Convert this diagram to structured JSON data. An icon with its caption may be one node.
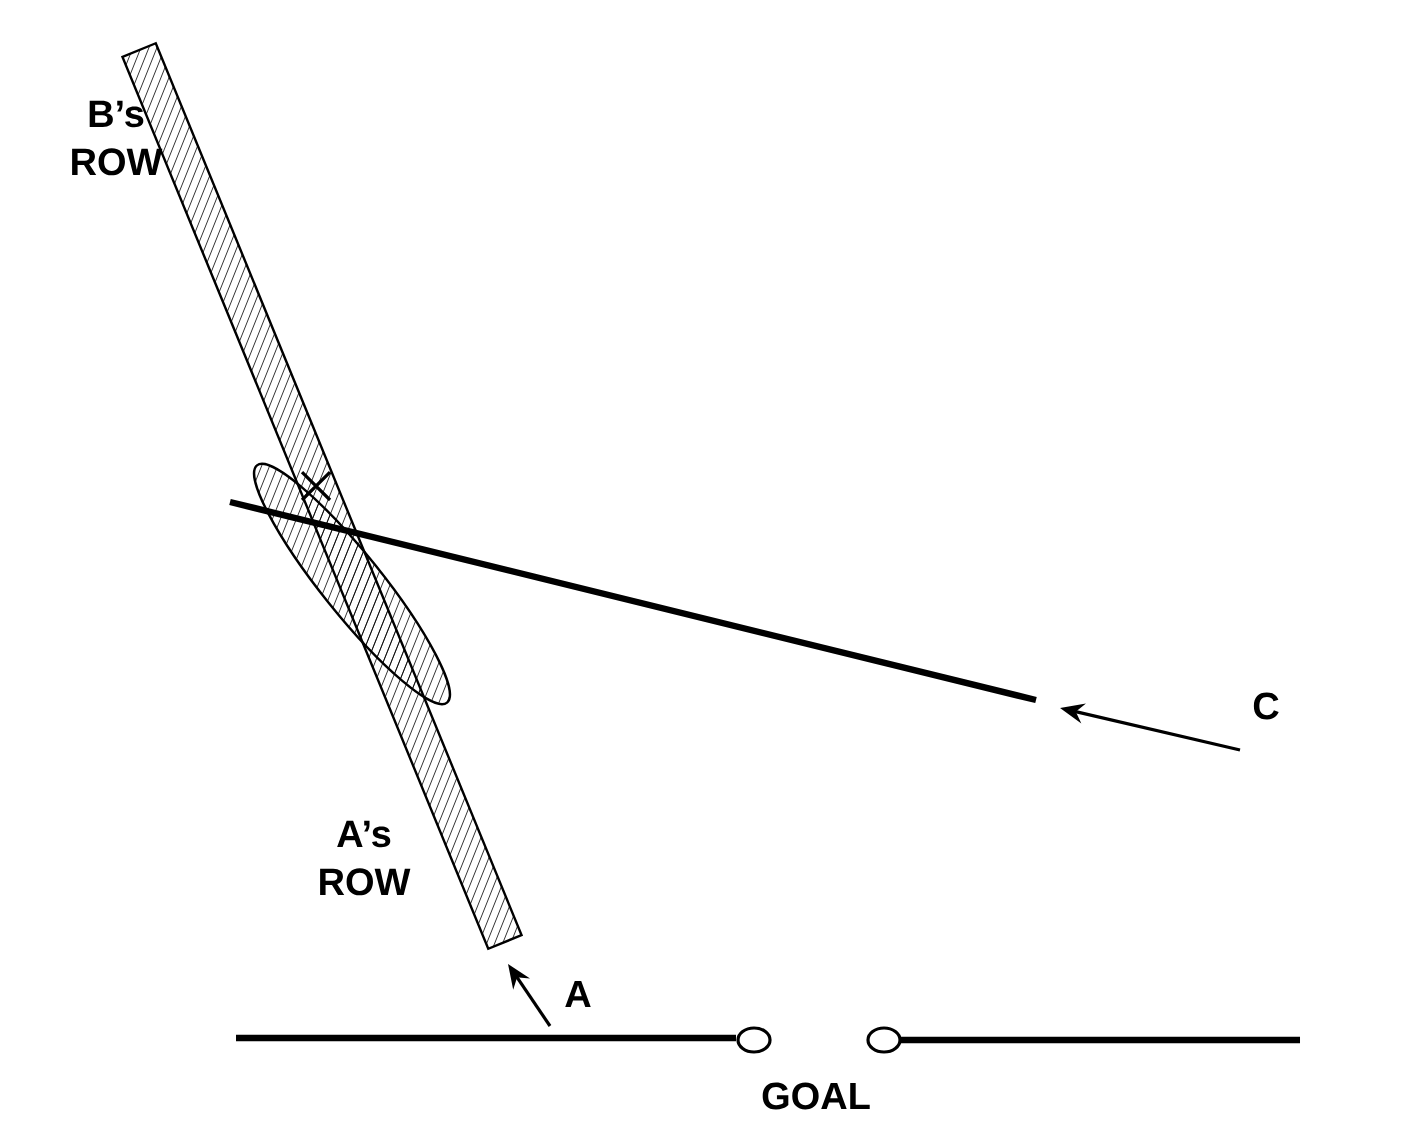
{
  "diagram": {
    "labels": [
      "B’s ROW",
      "A’s ROW",
      "C",
      "A",
      "GOAL"
    ]
  }
}
